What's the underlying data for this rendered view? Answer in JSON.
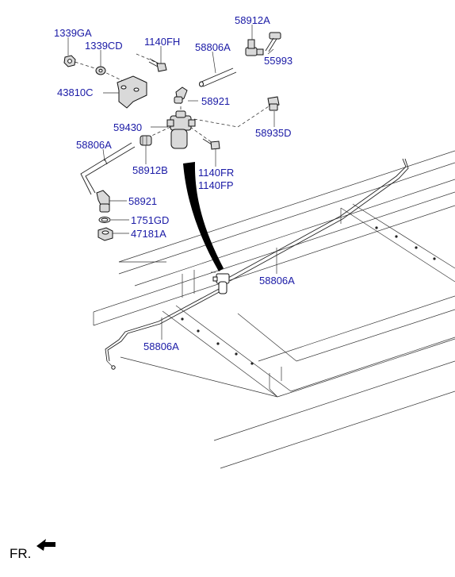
{
  "callouts": [
    {
      "id": "p1339GA",
      "text": "1339GA"
    },
    {
      "id": "p1339CD",
      "text": "1339CD"
    },
    {
      "id": "p1140FH",
      "text": "1140FH"
    },
    {
      "id": "p58912A",
      "text": "58912A"
    },
    {
      "id": "p58806A_top",
      "text": "58806A"
    },
    {
      "id": "p55993",
      "text": "55993"
    },
    {
      "id": "p43810C",
      "text": "43810C"
    },
    {
      "id": "p58921_top",
      "text": "58921"
    },
    {
      "id": "p59430",
      "text": "59430"
    },
    {
      "id": "p58935D",
      "text": "58935D"
    },
    {
      "id": "p58806A_left",
      "text": "58806A"
    },
    {
      "id": "p58912B",
      "text": "58912B"
    },
    {
      "id": "p1140FR",
      "text": "1140FR"
    },
    {
      "id": "p1140FP",
      "text": "1140FP"
    },
    {
      "id": "p58921_low",
      "text": "58921"
    },
    {
      "id": "p1751GD",
      "text": "1751GD"
    },
    {
      "id": "p47181A",
      "text": "47181A"
    },
    {
      "id": "p58806A_mid",
      "text": "58806A"
    },
    {
      "id": "p58806A_bot",
      "text": "58806A"
    }
  ],
  "direction_marker": {
    "text": "FR.",
    "icon": "front-arrow-icon"
  }
}
